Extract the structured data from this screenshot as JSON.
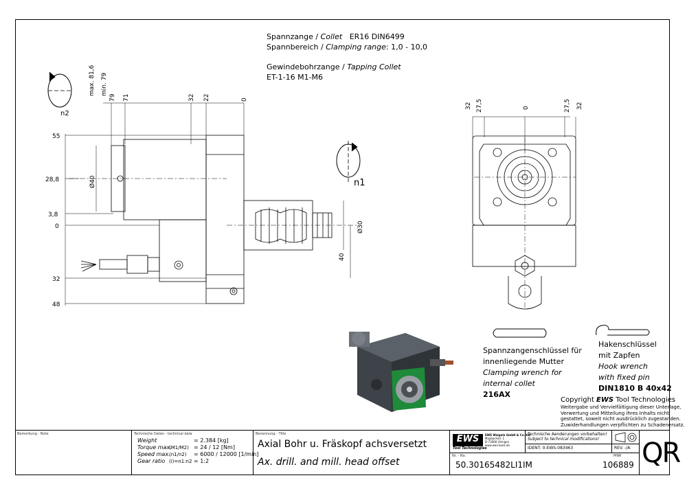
{
  "header_notes": {
    "collet_prefix": "Spannzange / ",
    "collet_en": "Collet",
    "collet_spec": "ER16   DIN6499",
    "range_prefix": "Spannbereich / ",
    "range_en": "Clamping range",
    "range_value": ": 1,0 - 10,0",
    "tap_prefix": "Gewindebohrzange / ",
    "tap_en": "Tapping Collet",
    "tap_spec": "ET-1-16   M1-M6"
  },
  "rotation_labels": {
    "n2": "n2",
    "n1": "n1"
  },
  "side_view_dims": {
    "top": [
      "max. 81,6",
      "min. 79",
      "79",
      "71",
      "32",
      "22",
      "0"
    ],
    "left": [
      "55",
      "28,8",
      "3,8",
      "0",
      "32",
      "48"
    ],
    "diameters": [
      "Ø40",
      "Ø30"
    ],
    "vertical": "40"
  },
  "front_view_dims": [
    "32",
    "27,5",
    "0",
    "27,5",
    "32"
  ],
  "clamping_wrench": {
    "line1": "Spannzangenschlüssel für",
    "line2": "innenliegende Mutter",
    "line3": "Clamping wrench for",
    "line4": "internal collet",
    "part": "216AX"
  },
  "hook_wrench": {
    "line1": "Hakenschlüssel",
    "line2": "mit Zapfen",
    "line3": "Hook wrench",
    "line4": "with fixed pin",
    "part": "DIN1810 B 40x42"
  },
  "copyright": {
    "heading_pre": "Copyright ",
    "heading_brand": "EWS",
    "heading_post": " Tool Technologies",
    "line1": "Weitergabe und Vervielfältigung dieser Unterlage,",
    "line2": "Verwertung und Mitteilung ihres Inhalts nicht",
    "line3": "gestattet, soweit nicht ausdrücklich zugestanden.",
    "line4": "Zuwiderhandlungen verpflichten zu Schadenersatz."
  },
  "title_block": {
    "remarks_label": "Bemerkung - Note",
    "tech_label": "Technische Daten - technical data",
    "tech_rows": [
      {
        "name": "Weight",
        "unit": "",
        "value": "=  2.384 [kg]"
      },
      {
        "name": "Torque max.",
        "unit": "(M1/M2)",
        "value": "=  24 / 12 [Nm]"
      },
      {
        "name": "Speed max.",
        "unit": "(n1/n2)",
        "value": "=  6000 / 12000 [1/min]"
      },
      {
        "name": "Gear ratio",
        "unit": "(i)=n1:n2",
        "value": "=  1:2"
      }
    ],
    "title_label": "Benennung - Title",
    "title_de": "Axial Bohr u. Fräskopf achsversetzt",
    "title_en": "Ax. drill. and mill. head offset",
    "logo": "EWS",
    "logo_sub": "Tool Technologies",
    "company_line1": "EWS Weigele GmbH & Co. KG",
    "company_line2": "Maybachstr. 1",
    "company_line3": "D-73066 Uhingen",
    "company_line4": "www.ews-tools.de",
    "change_note_de": "Technische Aenderungen vorbehalten!",
    "change_note_en": "Subject to technical modifications!",
    "ident": "IDENT: 0-EWS-083463",
    "rev": "REV.  -/A",
    "nr_label": "Nr. - No.",
    "part_number": "50.30165482LI1IM",
    "mnr_label": "MNR",
    "mnr": "106889",
    "qr": "QR"
  },
  "colors": {
    "line": "#000000",
    "hidden": "#555555",
    "model_green": "#1f8a3a",
    "model_body": "#3d4348"
  }
}
